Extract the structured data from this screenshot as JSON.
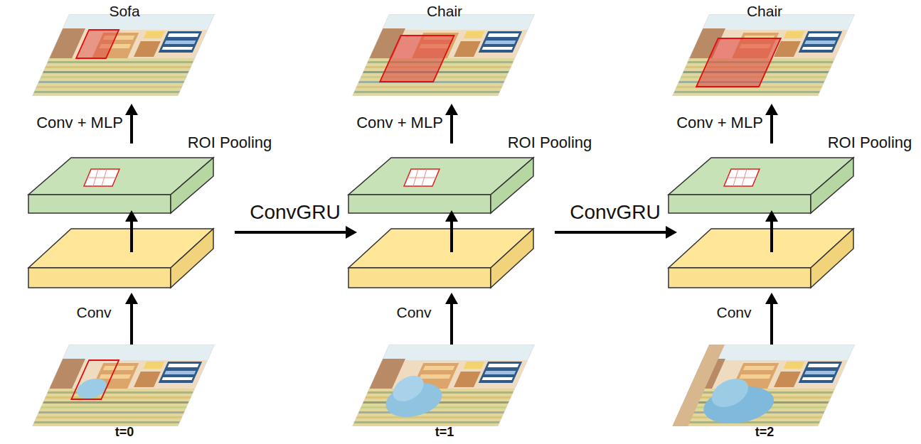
{
  "diagram": {
    "labels": [
      "Sofa",
      "Chair",
      "Chair",
      "Conv + MLP",
      "Conv + MLP",
      "Conv + MLP",
      "ROI Pooling",
      "ROI Pooling",
      "ROI Pooling",
      "ConvGRU",
      "ConvGRU",
      "Conv",
      "Conv",
      "Conv",
      "t=0",
      "t=1",
      "t=2"
    ]
  }
}
